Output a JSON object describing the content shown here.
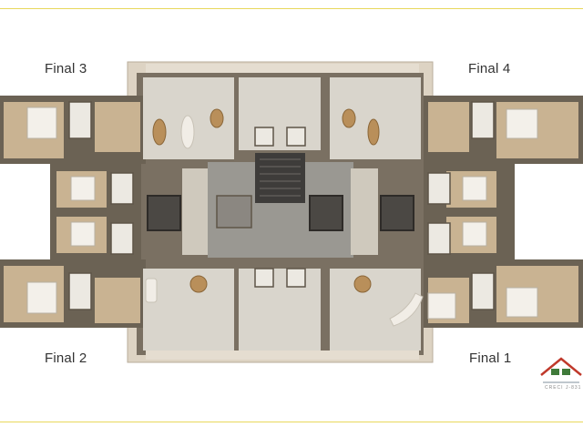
{
  "plan": {
    "labels": {
      "final3": "Final 3",
      "final4": "Final 4",
      "final2": "Final 2",
      "final1": "Final 1"
    },
    "logo": {
      "text": "CRECI J-831",
      "icon": "house-roof-icon"
    },
    "colors": {
      "frame_line": "#e8d85c",
      "outer_slab": "#ddd3c3",
      "wall": "#5e5548",
      "floor_wood": "#c9b392",
      "floor_tile": "#d9d5cc",
      "stair_core": "#3e3c3a",
      "logo_roof": "#c0392b"
    }
  }
}
